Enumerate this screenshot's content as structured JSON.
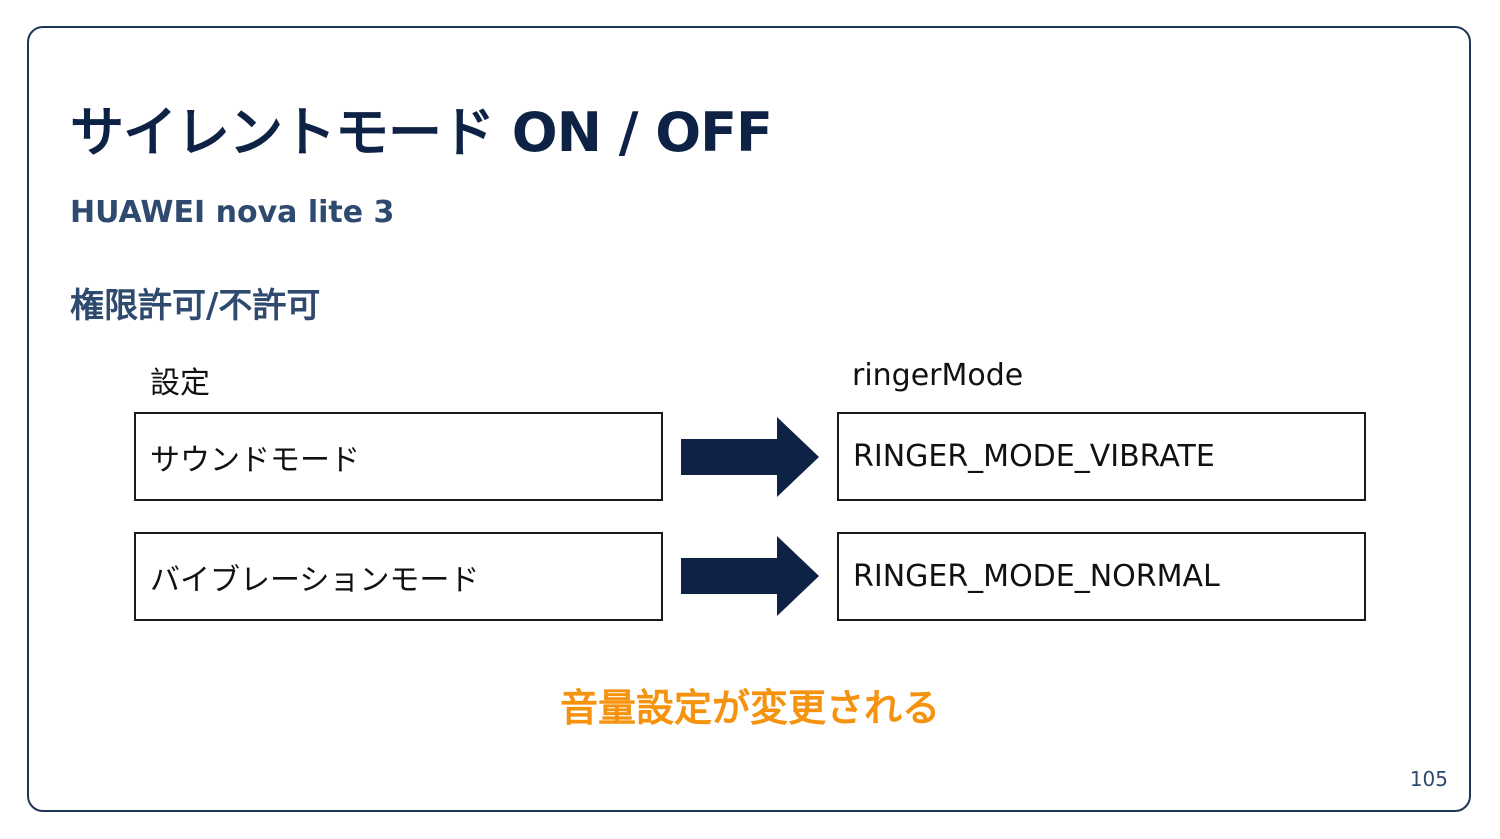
{
  "slide": {
    "title": "サイレントモード ON / OFF",
    "subtitle": "HUAWEI nova lite 3",
    "section_heading": "権限許可/不許可",
    "columns": {
      "left_header": "設定",
      "right_header": "ringerMode"
    },
    "rows": [
      {
        "setting": "サウンドモード",
        "ringer_mode": "RINGER_MODE_VIBRATE"
      },
      {
        "setting": "バイブレーションモード",
        "ringer_mode": "RINGER_MODE_NORMAL"
      }
    ],
    "note": "音量設定が変更される",
    "page_number": "105"
  },
  "colors": {
    "title": "#0d2244",
    "heading": "#2e4a6e",
    "arrow": "#0d2244",
    "note": "#f5930f",
    "frame": "#1f3557"
  },
  "icons": {
    "arrow": "right-arrow-icon"
  }
}
